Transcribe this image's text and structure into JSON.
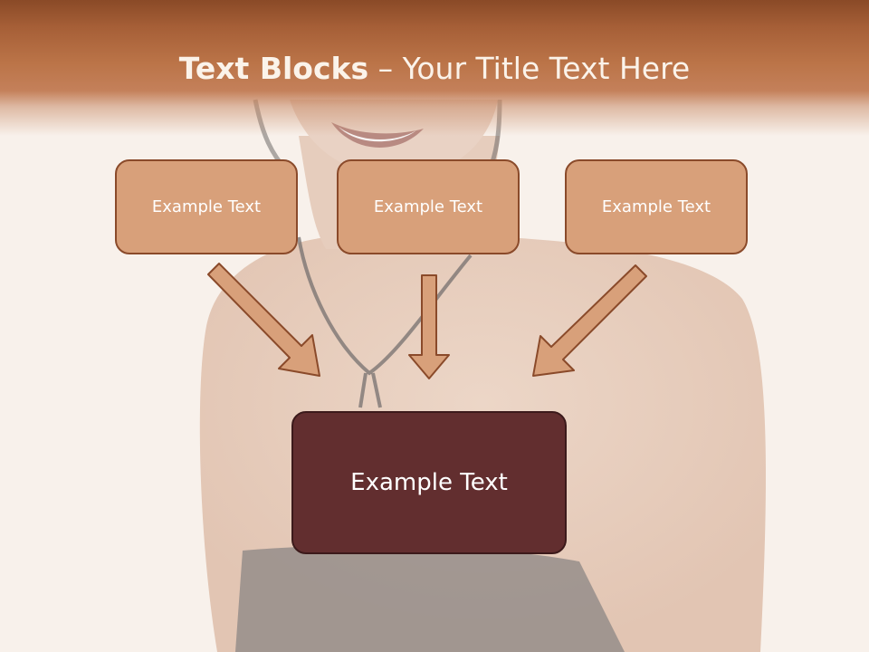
{
  "slide": {
    "title_bold": "Text Blocks",
    "title_rest": " – Your Title Text Here",
    "blocks": [
      {
        "label": "Example Text"
      },
      {
        "label": "Example Text"
      },
      {
        "label": "Example Text"
      }
    ],
    "main_block": {
      "label": "Example Text"
    }
  },
  "colors": {
    "title_bar": "#bb7448",
    "small_block_fill": "#d8a07a",
    "small_block_border": "#8a4a2a",
    "main_block_fill": "#622e2f",
    "arrow_fill": "#d8a07a"
  }
}
